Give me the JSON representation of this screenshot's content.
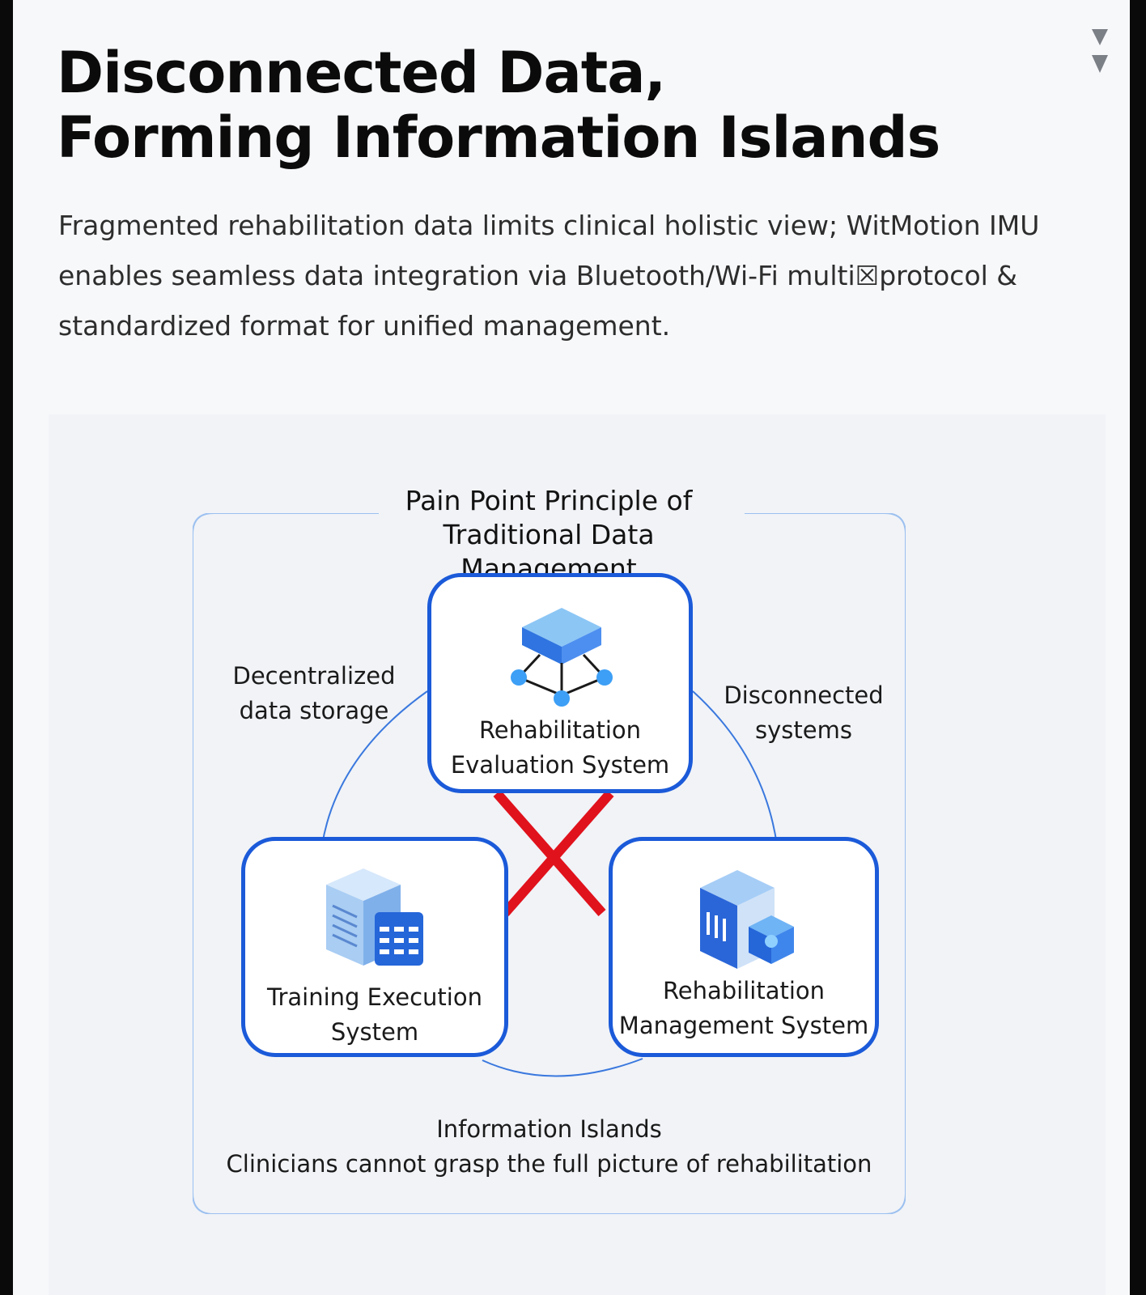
{
  "page": {
    "headline": [
      "Disconnected Data,",
      "Forming Information Islands"
    ],
    "intro": "Fragmented rehabilitation data limits clinical holistic view; WitMotion IMU enables seamless data integration via Bluetooth/Wi-Fi multi☒protocol & standardized format for unified management."
  },
  "scroll_indicator": {
    "icon": "double-chevron-down-icon",
    "color": "#7b7f86"
  },
  "diagram": {
    "title": [
      "Pain Point Principle of",
      "Traditional Data Management"
    ],
    "nodes": {
      "evaluation": {
        "label": [
          "Rehabilitation",
          "Evaluation System"
        ],
        "icon": "network-hub-icon"
      },
      "training": {
        "label": [
          "Training Execution",
          "System"
        ],
        "icon": "server-calculator-icon"
      },
      "management": {
        "label": [
          "Rehabilitation",
          "Management System"
        ],
        "icon": "server-cube-icon"
      }
    },
    "side_labels": {
      "left": [
        "Decentralized",
        "data storage"
      ],
      "right": [
        "Disconnected",
        "systems"
      ]
    },
    "footer": [
      "Information Islands",
      "Clinicians cannot grasp the full picture of rehabilitation"
    ],
    "colors": {
      "node_border": "#1b5ad9",
      "frame_border": "#9cc0f0",
      "connector": "#3a78de",
      "cross": "#e0121c"
    }
  }
}
